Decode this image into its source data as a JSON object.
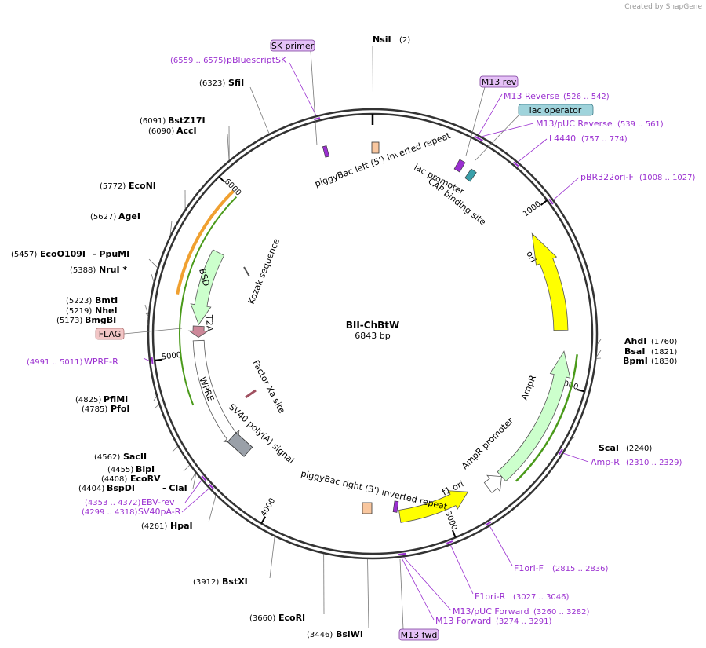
{
  "watermark": "Created by SnapGene",
  "plasmid": {
    "name": "BII-ChBtW",
    "length": "6843 bp"
  },
  "ticks": [
    "1000",
    "2000",
    "3000",
    "4000",
    "5000",
    "6000"
  ],
  "sites": [
    {
      "name": "NsiI",
      "pos": "(2)"
    },
    {
      "name": "SfiI",
      "pos": "(6323)"
    },
    {
      "name": "BstZ17I",
      "pos": "(6091)"
    },
    {
      "name": "AccI",
      "pos": "(6090)"
    },
    {
      "name": "EcoNI",
      "pos": "(5772)"
    },
    {
      "name": "AgeI",
      "pos": "(5627)"
    },
    {
      "name": "EcoO109I",
      "pos": "(5457)"
    },
    {
      "name": "- PpuMI",
      "pos": ""
    },
    {
      "name": "NruI *",
      "pos": "(5388)"
    },
    {
      "name": "BmtI",
      "pos": "(5223)"
    },
    {
      "name": "NheI",
      "pos": "(5219)"
    },
    {
      "name": "BmgBI",
      "pos": "(5173)"
    },
    {
      "name": "PflMI",
      "pos": "(4825)"
    },
    {
      "name": "PfoI",
      "pos": "(4785)"
    },
    {
      "name": "SacII",
      "pos": "(4562)"
    },
    {
      "name": "BlpI",
      "pos": "(4455)"
    },
    {
      "name": "EcoRV",
      "pos": "(4408)"
    },
    {
      "name": "BspDI",
      "pos": "(4404)"
    },
    {
      "name": "- ClaI",
      "pos": ""
    },
    {
      "name": "HpaI",
      "pos": "(4261)"
    },
    {
      "name": "BstXI",
      "pos": "(3912)"
    },
    {
      "name": "EcoRI",
      "pos": "(3660)"
    },
    {
      "name": "BsiWI",
      "pos": "(3446)"
    },
    {
      "name": "AhdI",
      "pos": "(1760)"
    },
    {
      "name": "BsaI",
      "pos": "(1821)"
    },
    {
      "name": "BpmI",
      "pos": "(1830)"
    },
    {
      "name": "ScaI",
      "pos": "(2240)"
    }
  ],
  "primers": [
    {
      "name": "pBluescriptSK",
      "pos": "(6559 .. 6575)"
    },
    {
      "name": "M13 Reverse",
      "pos": "(526 .. 542)"
    },
    {
      "name": "M13/pUC Reverse",
      "pos": "(539 .. 561)"
    },
    {
      "name": "L4440",
      "pos": "(757 .. 774)"
    },
    {
      "name": "pBR322ori-F",
      "pos": "(1008 .. 1027)"
    },
    {
      "name": "WPRE-R",
      "pos": "(4991 .. 5011)"
    },
    {
      "name": "EBV-rev",
      "pos": "(4353 .. 4372)"
    },
    {
      "name": "SV40pA-R",
      "pos": "(4299 .. 4318)"
    },
    {
      "name": "Amp-R",
      "pos": "(2310 .. 2329)"
    },
    {
      "name": "F1ori-F",
      "pos": "(2815 .. 2836)"
    },
    {
      "name": "F1ori-R",
      "pos": "(3027 .. 3046)"
    },
    {
      "name": "M13/pUC Forward",
      "pos": "(3260 .. 3282)"
    },
    {
      "name": "M13 Forward",
      "pos": "(3274 .. 3291)"
    }
  ],
  "boxed_labels": [
    "SK primer",
    "M13 rev",
    "lac operator",
    "FLAG",
    "M13 fwd"
  ],
  "features": {
    "pb_left": "piggyBac left (5') inverted repeat",
    "lac_promoter": "lac promoter",
    "cap": "CAP binding site",
    "ori": "ori",
    "kozak": "Kozak sequence",
    "bsd": "BSD",
    "t2a": "T2A",
    "ampr": "AmpR",
    "ampr_promoter": "AmpR promoter",
    "f1ori": "f1 ori",
    "wpre": "WPRE",
    "factor_xa": "Factor Xa site",
    "sv40": "SV40 poly(A) signal",
    "pb_right": "piggyBac right (3') inverted repeat"
  },
  "colors": {
    "primer": "#9a2fd0",
    "ori": "#ffff00",
    "ampr": "#ccffcc",
    "orange_arrow": "#f0a030",
    "green_line": "#4a9a1a",
    "flag_box": "#f2c6c6",
    "lac_box": "#9fd3db",
    "primer_box": "#e5c1f7",
    "orange_box": "#f9c79f",
    "sv40_box": "#9aa0a8"
  }
}
